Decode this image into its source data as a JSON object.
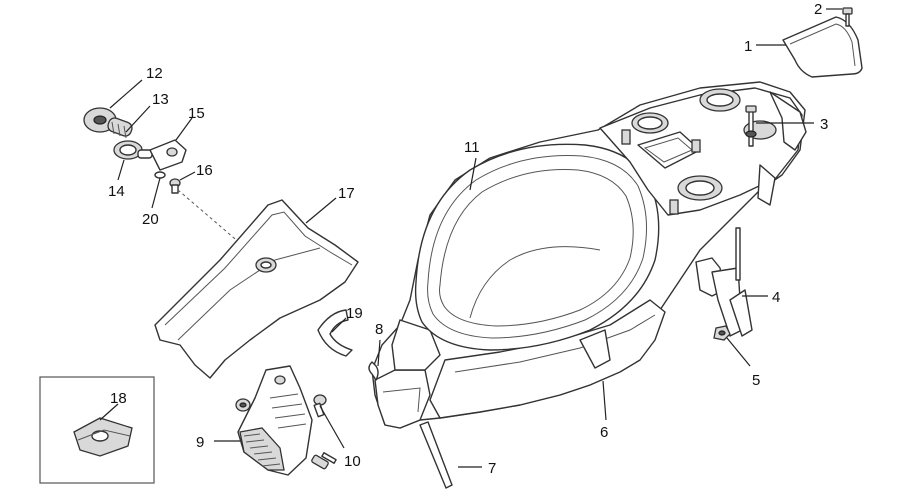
{
  "colors": {
    "line": "#333333",
    "fill": "#ffffff",
    "shade": "#d9d9d9",
    "background": "#ffffff"
  },
  "callouts": [
    {
      "id": "c1",
      "number": "1"
    },
    {
      "id": "c2",
      "number": "2"
    },
    {
      "id": "c3",
      "number": "3"
    },
    {
      "id": "c4",
      "number": "4"
    },
    {
      "id": "c5",
      "number": "5"
    },
    {
      "id": "c6",
      "number": "6"
    },
    {
      "id": "c7",
      "number": "7"
    },
    {
      "id": "c8",
      "number": "8"
    },
    {
      "id": "c9",
      "number": "9"
    },
    {
      "id": "c10",
      "number": "10"
    },
    {
      "id": "c11",
      "number": "11"
    },
    {
      "id": "c12",
      "number": "12"
    },
    {
      "id": "c13",
      "number": "13"
    },
    {
      "id": "c14",
      "number": "14"
    },
    {
      "id": "c15",
      "number": "15"
    },
    {
      "id": "c16",
      "number": "16"
    },
    {
      "id": "c17",
      "number": "17"
    },
    {
      "id": "c18",
      "number": "18"
    },
    {
      "id": "c19",
      "number": "19"
    },
    {
      "id": "c20",
      "number": "20"
    }
  ]
}
